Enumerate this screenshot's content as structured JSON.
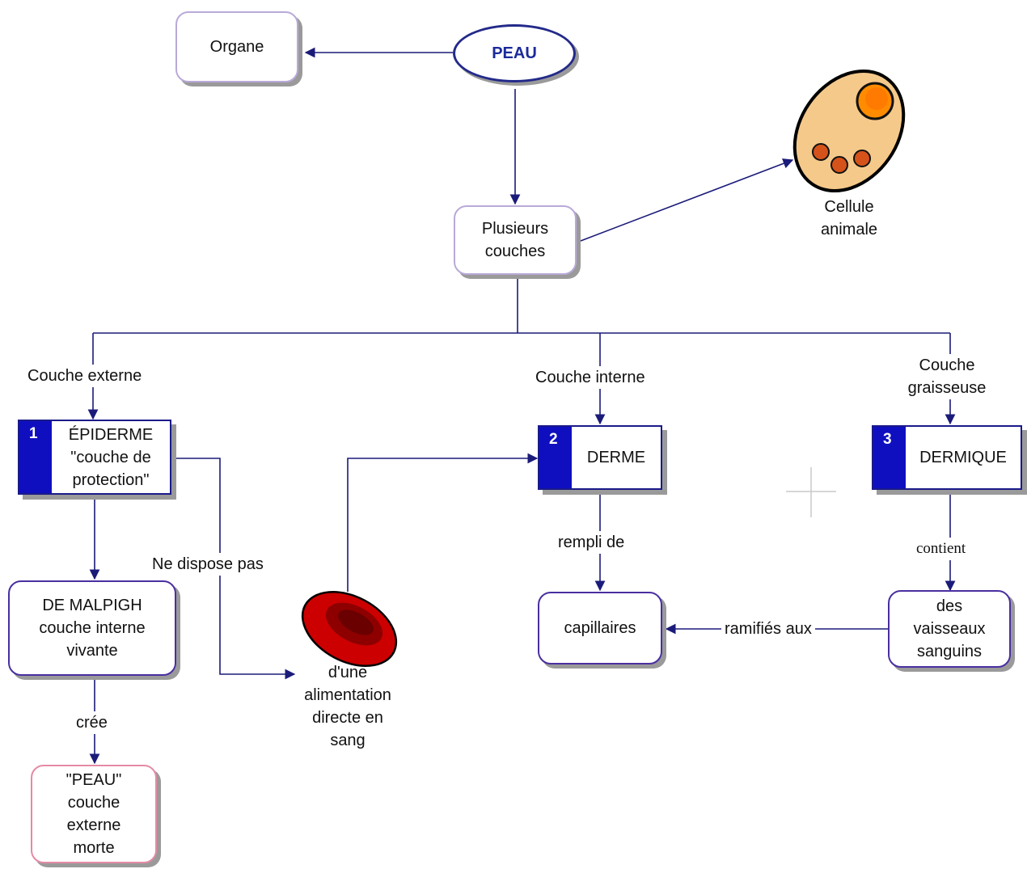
{
  "colors": {
    "line": "#1b1b7a",
    "stripe": "#0f0fc0",
    "cell_fill": "#f5c98a",
    "nucleus": "#ff8c00",
    "blood": "#cc0000"
  },
  "nodes": {
    "organe": "Organe",
    "peau": "PEAU",
    "plusieurs_couches": "Plusieurs couches",
    "cellule_animale": "Cellule animale",
    "epiderme": {
      "number": "1",
      "text": "ÉPIDERME \"couche de protection\""
    },
    "derme": {
      "number": "2",
      "text": "DERME"
    },
    "dermique": {
      "number": "3",
      "text": "DERMIQUE"
    },
    "malpigh": "DE MALPIGH couche interne vivante",
    "peau_morte": "\"PEAU\" couche externe morte",
    "alimentation": "d'une alimentation directe en sang",
    "capillaires": "capillaires",
    "vaisseaux": "des vaisseaux sanguins"
  },
  "links": {
    "couche_externe": "Couche externe",
    "couche_interne": "Couche interne",
    "couche_graisseuse": "Couche graisseuse",
    "ne_dispose_pas": "Ne dispose pas",
    "cree": "crée",
    "rempli_de": "rempli de",
    "contient": "contient",
    "ramifies_aux": "ramifiés aux"
  },
  "icons": {
    "cell": "animal-cell-icon",
    "blood": "red-blood-cell-icon",
    "cursor": "crosshair-icon"
  }
}
